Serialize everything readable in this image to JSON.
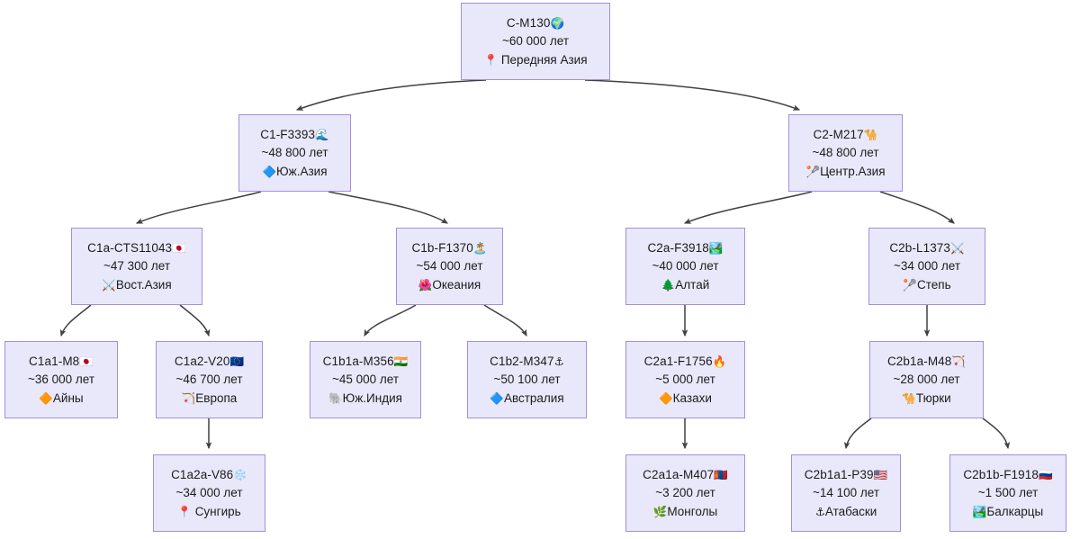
{
  "diagram": {
    "title": "Haplogroup C phylogenetic tree",
    "background_color": "#ffffff",
    "node_fill_color": "#e9e8fb",
    "node_border_color": "#a48fd8",
    "edge_color": "#404040"
  },
  "nodes": {
    "c_m130": {
      "haplogroup": "C-M130",
      "haplogroup_emoji": "🌍",
      "age": "~60 000 лет",
      "region": "Передняя Азия",
      "region_emoji": "📍"
    },
    "c1_f3393": {
      "haplogroup": "C1-F3393",
      "haplogroup_emoji": "🌊",
      "age": "~48 800 лет",
      "region": "Юж.Азия",
      "region_emoji": "🔷"
    },
    "c2_m217": {
      "haplogroup": "C2-M217",
      "haplogroup_emoji": "🐪",
      "age": "~48 800 лет",
      "region": "Центр.Азия",
      "region_emoji": "🥍"
    },
    "c1a_cts11043": {
      "haplogroup": "C1a-CTS11043",
      "haplogroup_emoji": "🇯🇵",
      "age": "~47 300 лет",
      "region": "Вост.Азия",
      "region_emoji": "⚔️"
    },
    "c1b_f1370": {
      "haplogroup": "C1b-F1370",
      "haplogroup_emoji": "🏝️",
      "age": "~54 000 лет",
      "region": "Океания",
      "region_emoji": "🌺"
    },
    "c2a_f3918": {
      "haplogroup": "C2a-F3918",
      "haplogroup_emoji": "🏞️",
      "age": "~40 000 лет",
      "region": "Алтай",
      "region_emoji": "🌲"
    },
    "c2b_l1373": {
      "haplogroup": "C2b-L1373",
      "haplogroup_emoji": "⚔️",
      "age": "~34 000 лет",
      "region": "Степь",
      "region_emoji": "🥍"
    },
    "c1a1_m8": {
      "haplogroup": "C1a1-M8",
      "haplogroup_emoji": "🇯🇵",
      "age": "~36 000 лет",
      "region": "Айны",
      "region_emoji": "🔶"
    },
    "c1a2_v20": {
      "haplogroup": "C1a2-V20",
      "haplogroup_emoji": "🇪🇺",
      "age": "~46 700 лет",
      "region": "Европа",
      "region_emoji": "🏹"
    },
    "c1b1a_m356": {
      "haplogroup": "C1b1a-M356",
      "haplogroup_emoji": "🇮🇳",
      "age": "~45 000 лет",
      "region": "Юж.Индия",
      "region_emoji": "🐘"
    },
    "c1b2_m347": {
      "haplogroup": "C1b2-M347",
      "haplogroup_emoji": "⚓",
      "age": "~50 100 лет",
      "region": "Австралия",
      "region_emoji": "🔷"
    },
    "c2a1_f1756": {
      "haplogroup": "C2a1-F1756",
      "haplogroup_emoji": "🔥",
      "age": "~5 000 лет",
      "region": "Казахи",
      "region_emoji": "🔶"
    },
    "c2b1a_m48": {
      "haplogroup": "C2b1a-M48",
      "haplogroup_emoji": "🏹",
      "age": "~28 000 лет",
      "region": "Тюрки",
      "region_emoji": "🐪"
    },
    "c1a2a_v86": {
      "haplogroup": "C1a2a-V86",
      "haplogroup_emoji": "❄️",
      "age": "~34 000 лет",
      "region": "Сунгирь",
      "region_emoji": "📍"
    },
    "c2a1a_m407": {
      "haplogroup": "C2a1a-M407",
      "haplogroup_emoji": "🇲🇳",
      "age": "~3 200 лет",
      "region": "Монголы",
      "region_emoji": "🌿"
    },
    "c2b1a1_p39": {
      "haplogroup": "C2b1a1-P39",
      "haplogroup_emoji": "🇺🇸",
      "age": "~14 100 лет",
      "region": "Атабаски",
      "region_emoji": "⚓"
    },
    "c2b1b_f1918": {
      "haplogroup": "C2b1b-F1918",
      "haplogroup_emoji": "🇷🇺",
      "age": "~1 500 лет",
      "region": "Балкарцы",
      "region_emoji": "🏞️"
    }
  }
}
